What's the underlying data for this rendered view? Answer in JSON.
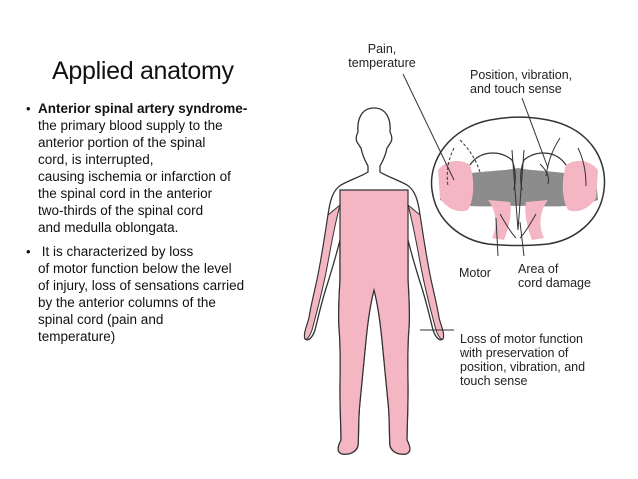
{
  "slide": {
    "title": "Applied anatomy",
    "bullets": [
      {
        "bold_line": "Anterior spinal artery syndrome-",
        "lines": [
          "the primary blood supply to the",
          "anterior portion of the spinal",
          "cord, is interrupted,",
          "causing ischemia or infarction of",
          "the spinal cord in the anterior",
          "two-thirds of the spinal cord",
          "and medulla oblongata."
        ]
      },
      {
        "lines": [
          " It is characterized by loss",
          "of motor function below the level",
          "of injury, loss of sensations carried",
          "by the anterior columns of the",
          "spinal cord (pain and",
          "temperature)"
        ]
      }
    ]
  },
  "figure": {
    "label_pain": [
      "Pain,",
      "temperature"
    ],
    "label_position": [
      "Position, vibration,",
      "and touch sense"
    ],
    "label_motor": "Motor",
    "label_area": [
      "Area of",
      "cord damage"
    ],
    "label_loss": [
      "Loss of motor function",
      "with preservation of",
      "position, vibration, and",
      "touch sense"
    ],
    "colors": {
      "damage_pink": "#f4b6c2",
      "grey_matter": "#8c8c8c",
      "outline": "#333333"
    }
  }
}
